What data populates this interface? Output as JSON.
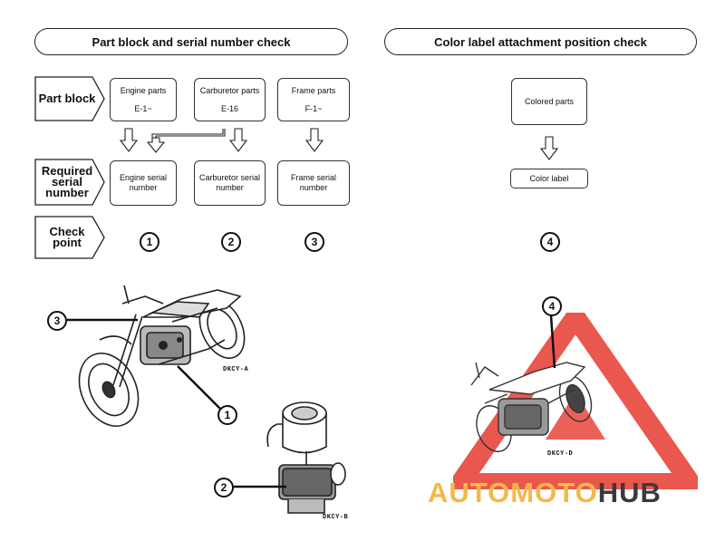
{
  "left": {
    "header": "Part block and serial number check",
    "row_labels": {
      "part_block": "Part block",
      "required_serial": [
        "Required",
        "serial",
        "number"
      ],
      "check_point": [
        "Check",
        "point"
      ]
    },
    "part_blocks": [
      {
        "name": "Engine parts",
        "code": "E-1~"
      },
      {
        "name": "Carburetor parts",
        "code": "E-16"
      },
      {
        "name": "Frame parts",
        "code": "F-1~"
      }
    ],
    "serials": [
      [
        "Engine serial",
        "number"
      ],
      [
        "Carburetor serial",
        "number"
      ],
      [
        "Frame serial",
        "number"
      ]
    ],
    "checkpoints": [
      "1",
      "2",
      "3"
    ],
    "figure_codes": {
      "motorcycle": "DKCY-A",
      "carburetor": "DKCY-B"
    },
    "callouts": {
      "frame": "3",
      "engine": "1",
      "carburetor": "2"
    }
  },
  "right": {
    "header": "Color label attachment position check",
    "colored_parts": "Colored parts",
    "color_label": "Color label",
    "checkpoint": "4",
    "callout": "4",
    "figure_code": "DKCY-D"
  },
  "watermark": {
    "part1": "AUTO",
    "part2": "MOTO",
    "part3": "HUB"
  },
  "colors": {
    "watermark_red": "#e8453c",
    "watermark_gold": "#f4b84a",
    "watermark_dark": "#3b3b3b"
  }
}
